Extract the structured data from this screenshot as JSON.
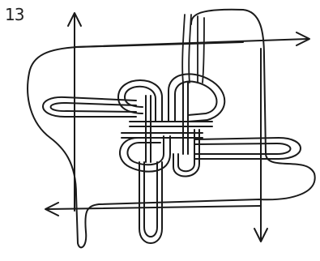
{
  "figure": {
    "step_number": "13",
    "ink_color": "#1a1a1a",
    "background_color": "#ffffff",
    "arrow_directions": [
      "up",
      "right",
      "down",
      "left"
    ]
  }
}
